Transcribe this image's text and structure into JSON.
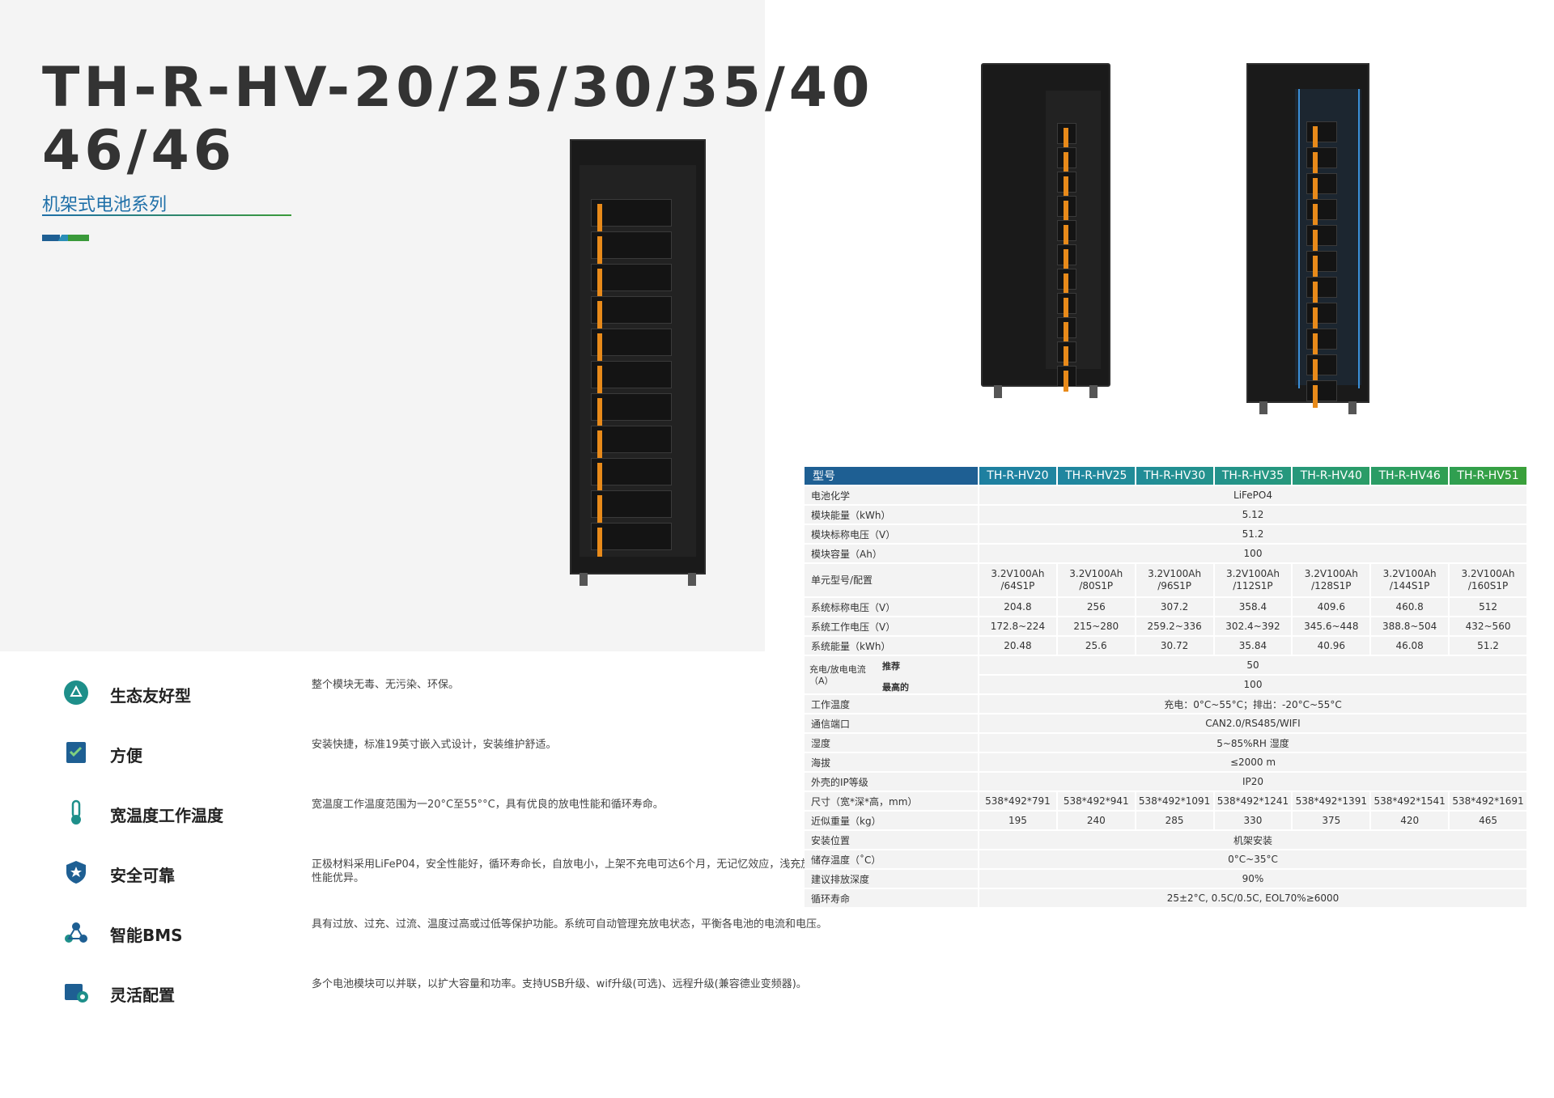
{
  "header": {
    "title_line1": "TH-R-HV-20/25/30/35/40",
    "title_line2": "46/46",
    "subtitle": "机架式电池系列"
  },
  "colors": {
    "brand_blue": "#1e5f93",
    "brand_green": "#3a9a3a",
    "accent_teal": "#1e8f8a"
  },
  "features": [
    {
      "icon": "recycle-icon",
      "name": "生态友好型",
      "desc": "整个模块无毒、无污染、环保。"
    },
    {
      "icon": "checklist-icon",
      "name": "方便",
      "desc": "安装快捷，标准19英寸嵌入式设计，安装维护舒适。"
    },
    {
      "icon": "thermometer-icon",
      "name": "宽温度工作温度",
      "desc": "宽温度工作温度范围为一20°C至55°°C，具有优良的放电性能和循环寿命。"
    },
    {
      "icon": "shield-star-icon",
      "name": "安全可靠",
      "desc": "正极材料采用LiFeP04，安全性能好，循环寿命长，自放电小，上架不充电可达6个月，无记忆效应，浅充放电性能优异。"
    },
    {
      "icon": "network-icon",
      "name": "智能BMS",
      "desc": "具有过放、过充、过流、温度过高或过低等保护功能。系统可自动管理充放电状态，平衡各电池的电流和电压。"
    },
    {
      "icon": "config-gear-icon",
      "name": "灵活配置",
      "desc": "多个电池模块可以并联，以扩大容量和功率。支持USB升级、wif升级(可选)、远程升级(兼容德业变频器)。"
    }
  ],
  "table": {
    "header_label": "型号",
    "models": [
      "TH-R-HV20",
      "TH-R-HV25",
      "TH-R-HV30",
      "TH-R-HV35",
      "TH-R-HV40",
      "TH-R-HV46",
      "TH-R-HV51"
    ],
    "rows": [
      {
        "label": "电池化学",
        "span": "LiFePO4"
      },
      {
        "label": "模块能量（kWh）",
        "span": "5.12"
      },
      {
        "label": "模块标称电压（V）",
        "span": "51.2"
      },
      {
        "label": "模块容量（Ah）",
        "span": "100"
      },
      {
        "label": "单元型号/配置",
        "tall": true,
        "cells": [
          "3.2V100Ah /64S1P",
          "3.2V100Ah /80S1P",
          "3.2V100Ah /96S1P",
          "3.2V100Ah /112S1P",
          "3.2V100Ah /128S1P",
          "3.2V100Ah /144S1P",
          "3.2V100Ah /160S1P"
        ]
      },
      {
        "label": "系统标称电压（V）",
        "cells": [
          "204.8",
          "256",
          "307.2",
          "358.4",
          "409.6",
          "460.8",
          "512"
        ]
      },
      {
        "label": "系统工作电压（V）",
        "cells": [
          "172.8~224",
          "215~280",
          "259.2~336",
          "302.4~392",
          "345.6~448",
          "388.8~504",
          "432~560"
        ]
      },
      {
        "label": "系统能量（kWh）",
        "cells": [
          "20.48",
          "25.6",
          "30.72",
          "35.84",
          "40.96",
          "46.08",
          "51.2"
        ]
      }
    ],
    "current": {
      "label": "充电/放电电流（A）",
      "recommend_label": "推荐",
      "recommend": "50",
      "max_label": "最高的",
      "max": "100"
    },
    "rows2": [
      {
        "label": "工作温度",
        "span": "充电：0°C~55°C；排出：-20°C~55°C"
      },
      {
        "label": "通信端口",
        "span": "CAN2.0/RS485/WIFI"
      },
      {
        "label": "湿度",
        "span": "5~85%RH 湿度"
      },
      {
        "label": "海拔",
        "span": "≤2000 m"
      },
      {
        "label": "外壳的IP等级",
        "span": "IP20"
      },
      {
        "label": "尺寸（宽*深*高，mm）",
        "cells": [
          "538*492*791",
          "538*492*941",
          "538*492*1091",
          "538*492*1241",
          "538*492*1391",
          "538*492*1541",
          "538*492*1691"
        ]
      },
      {
        "label": "近似重量（kg）",
        "cells": [
          "195",
          "240",
          "285",
          "330",
          "375",
          "420",
          "465"
        ]
      },
      {
        "label": "安装位置",
        "span": "机架安装"
      },
      {
        "label": "储存温度（˚C）",
        "span": "0°C~35°C"
      },
      {
        "label": "建议排放深度",
        "span": "90%"
      },
      {
        "label": "循环寿命",
        "span": "25±2°C, 0.5C/0.5C, EOL70%≥6000"
      }
    ]
  }
}
